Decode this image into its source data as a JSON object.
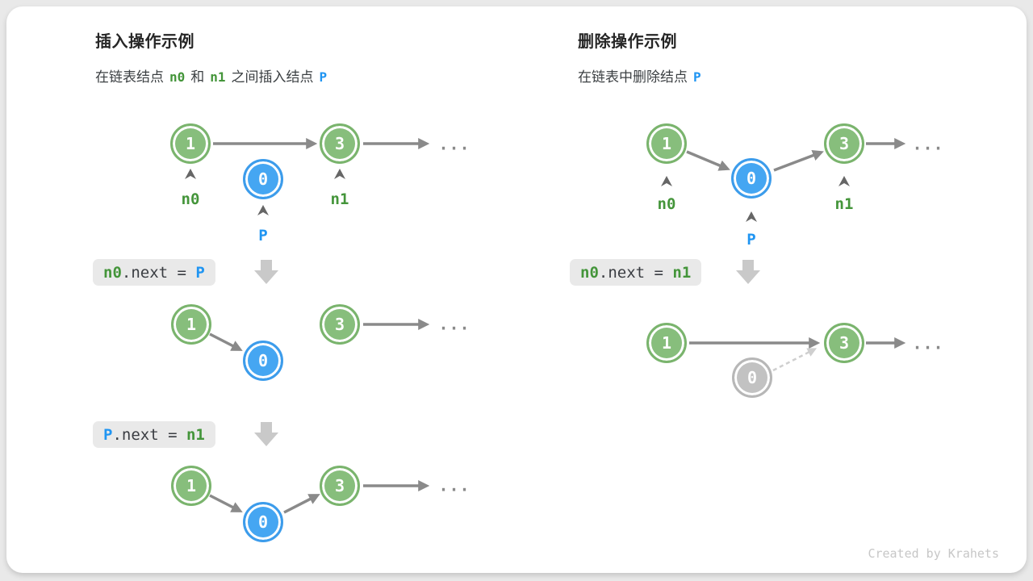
{
  "colors": {
    "node_green_fill": "#87be7c",
    "node_blue_fill": "#45a6f2",
    "node_gray_fill": "#c2c2c2",
    "token_green": "#44953a",
    "token_blue": "#2095f2",
    "arrow_gray": "#8a8a8a",
    "block_arrow_gray": "#c9c9c9",
    "code_background": "#e9e9e9"
  },
  "footer": "Created by Krahets",
  "left": {
    "title": "插入操作示例",
    "subtitle": {
      "t0": "在链表结点",
      "t1": "n0",
      "t2": "和",
      "t3": "n1",
      "t4": "之间插入结点",
      "t5": "P"
    },
    "code1": {
      "a": "n0",
      "op": ".next = ",
      "b": "P"
    },
    "code2": {
      "a": "P",
      "op": ".next = ",
      "b": "n1"
    },
    "d1": {
      "node_a": "1",
      "node_b": "3",
      "node_p": "0",
      "label_a": "n0",
      "label_b": "n1",
      "label_p": "P",
      "ellipsis": "..."
    },
    "d2": {
      "node_a": "1",
      "node_b": "3",
      "node_p": "0",
      "ellipsis": "..."
    },
    "d3": {
      "node_a": "1",
      "node_b": "3",
      "node_p": "0",
      "ellipsis": "..."
    }
  },
  "right": {
    "title": "删除操作示例",
    "subtitle": {
      "t0": "在链表中删除结点",
      "t1": "P"
    },
    "code1": {
      "a": "n0",
      "op": ".next = ",
      "b": "n1"
    },
    "d1": {
      "node_a": "1",
      "node_b": "3",
      "node_p": "0",
      "label_a": "n0",
      "label_b": "n1",
      "label_p": "P",
      "ellipsis": "..."
    },
    "d2": {
      "node_a": "1",
      "node_b": "3",
      "node_p": "0",
      "ellipsis": "..."
    }
  }
}
